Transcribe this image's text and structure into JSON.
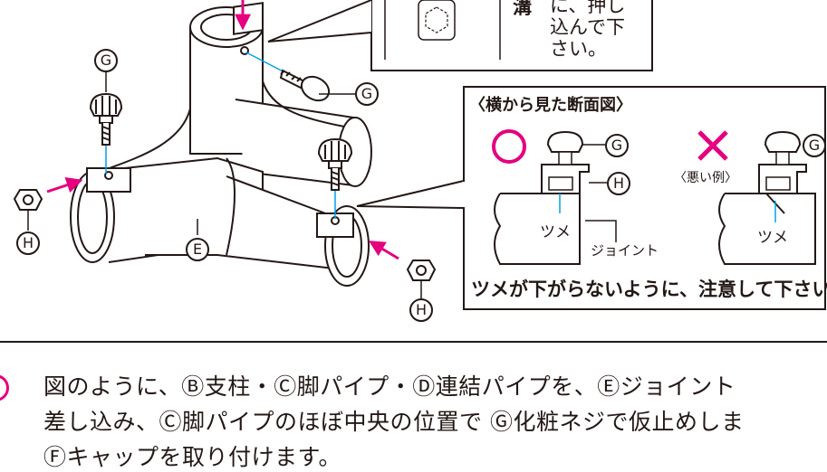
{
  "colors": {
    "ink": "#231815",
    "arrow": "#e4007f",
    "guide": "#00a0e9",
    "white": "#ffffff"
  },
  "top_callout": {
    "label": "溝",
    "text_lines": [
      "に、押し",
      "込んで下",
      "さい。"
    ]
  },
  "section_view": {
    "title": "〈横から見た断面図〉",
    "good_mark": "◯",
    "bad_mark": "✕",
    "bad_label": "〈悪い例〉",
    "tab_label": "ツメ",
    "joint_label": "ジョイント",
    "warning": "ツメが下がらないように、注意して下さい。",
    "part_g": "G",
    "part_h": "H"
  },
  "parts": {
    "g": "G",
    "h": "H",
    "e": "E"
  },
  "instructions": {
    "line1": "図のように、Ⓑ支柱・Ⓒ脚パイプ・Ⓓ連結パイプを、Ⓔジョイント",
    "line2": "差し込み、Ⓒ脚パイプのほぼ中央の位置で Ⓖ化粧ネジで仮止めしま",
    "line3": "Ⓕキャップを取り付けます。"
  }
}
